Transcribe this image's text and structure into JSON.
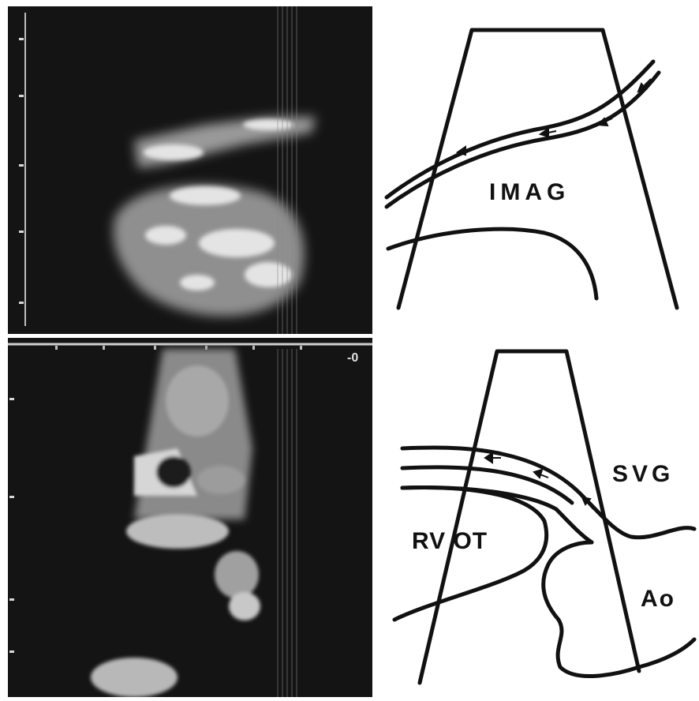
{
  "top_diagram": {
    "label": "IMAG"
  },
  "bottom_diagram": {
    "labels": {
      "graft": "SVG",
      "rvot": "RV OT",
      "aorta": "Ao"
    }
  },
  "echo_bottom": {
    "depth_marker": "-0"
  },
  "colors": {
    "echo_background": "#141414",
    "ink": "#111111",
    "paper": "#ffffff"
  }
}
